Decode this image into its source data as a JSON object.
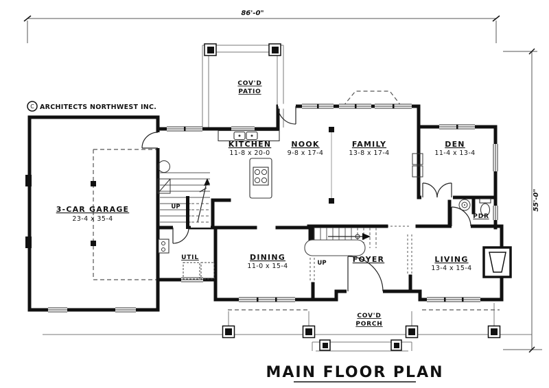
{
  "title": "MAIN FLOOR PLAN",
  "copyright": {
    "symbol": "C",
    "text": "ARCHITECTS NORTHWEST INC."
  },
  "dimensions": {
    "overall_width": "86'-0\"",
    "overall_height": "55'-0\""
  },
  "rooms": {
    "garage": {
      "name": "3-CAR GARAGE",
      "size": "23-4 x 35-4"
    },
    "patio": {
      "line1": "COV'D",
      "line2": "PATIO"
    },
    "kitchen": {
      "name": "KITCHEN",
      "size": "11-8 x 20-0"
    },
    "nook": {
      "name": "NOOK",
      "size": "9-8 x 17-4"
    },
    "family": {
      "name": "FAMILY",
      "size": "13-8 x 17-4"
    },
    "den": {
      "name": "DEN",
      "size": "11-4 x 13-4"
    },
    "dining": {
      "name": "DINING",
      "size": "11-0 x 15-4"
    },
    "foyer": {
      "name": "FOYER"
    },
    "living": {
      "name": "LIVING",
      "size": "13-4 x 15-4"
    },
    "util": {
      "name": "UTIL"
    },
    "pdr": {
      "name": "PDR"
    },
    "porch": {
      "line1": "COV'D",
      "line2": "PORCH"
    }
  },
  "annotations": {
    "stairs_up_back": "UP",
    "stairs_up_front": "UP"
  },
  "colors": {
    "wall": "#111111",
    "thin_line": "#333333",
    "dim_line": "#555555",
    "background": "#ffffff"
  }
}
